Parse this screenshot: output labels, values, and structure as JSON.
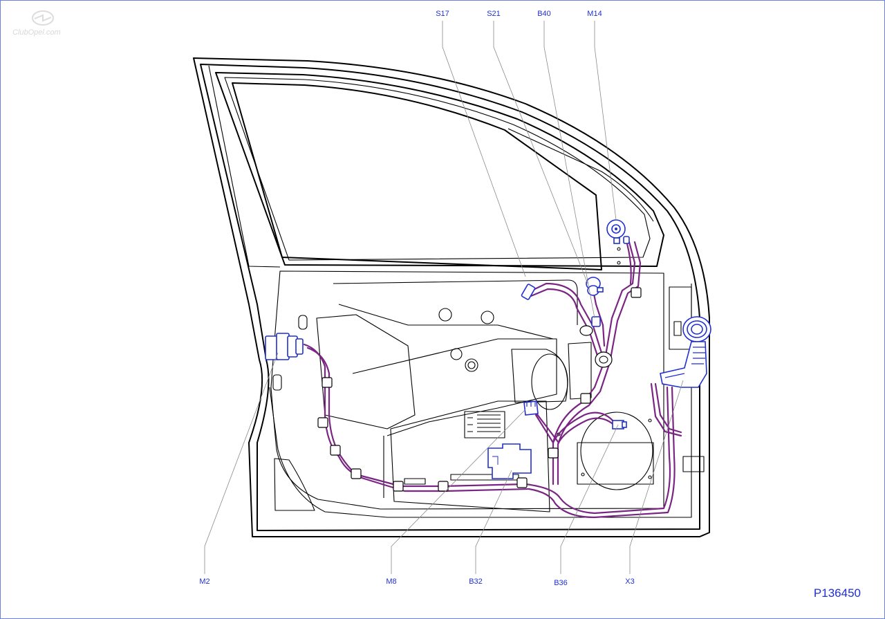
{
  "watermark": "ClubOpel.com",
  "figure_id": "P136450",
  "colors": {
    "labels": "#1f2fd0",
    "harness": "#7a2583",
    "outline": "#000000",
    "leaders": "#8a8a8a"
  },
  "top_labels": [
    "S17",
    "S21",
    "B40",
    "M14"
  ],
  "bottom_labels": [
    "M2",
    "M8",
    "B32",
    "B36",
    "X3"
  ]
}
